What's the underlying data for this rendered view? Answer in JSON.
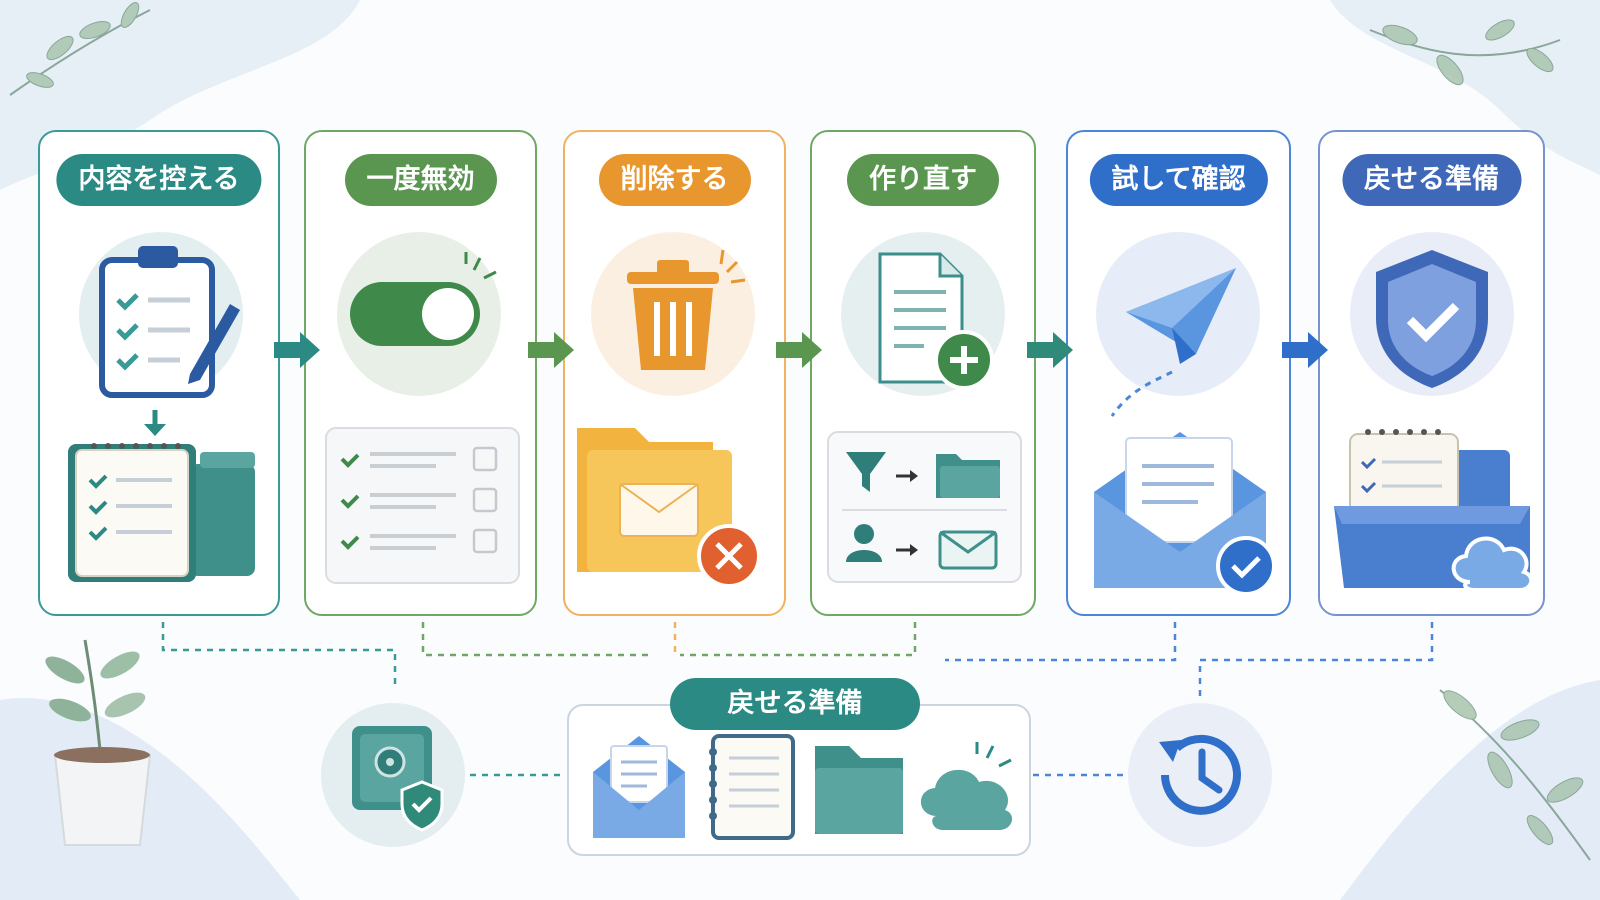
{
  "steps": [
    {
      "label": "内容を控える",
      "color": "#2c8a85",
      "border": "#3a9a95",
      "icon": "clipboard-checklist-icon",
      "sub_icon": "notebook-folder-icon"
    },
    {
      "label": "一度無効",
      "color": "#5a9650",
      "border": "#6fa864",
      "icon": "toggle-switch-icon",
      "sub_icon": "checklist-panel-icon"
    },
    {
      "label": "削除する",
      "color": "#e8962e",
      "border": "#f0b25e",
      "icon": "trash-can-icon",
      "sub_icon": "mail-folder-delete-icon"
    },
    {
      "label": "作り直す",
      "color": "#5a9650",
      "border": "#6fa864",
      "icon": "new-document-icon",
      "sub_icon": "filter-rule-panel-icon"
    },
    {
      "label": "試して確認",
      "color": "#2f6fc9",
      "border": "#4c86d8",
      "icon": "paper-plane-icon",
      "sub_icon": "mail-check-icon"
    },
    {
      "label": "戻せる準備",
      "color": "#3f68b8",
      "border": "#7894cc",
      "icon": "shield-check-icon",
      "sub_icon": "backup-box-cloud-icon"
    }
  ],
  "bottom": {
    "label": "戻せる準備",
    "left_icon": "safe-shield-icon",
    "right_icon": "history-clock-icon",
    "items": [
      "envelope-icon",
      "notebook-icon",
      "folder-icon",
      "cloud-icon"
    ]
  },
  "colors": {
    "teal": "#2c8a85",
    "green": "#5a9650",
    "orange": "#e8962e",
    "blue": "#2f6fc9",
    "navy": "#3f68b8"
  }
}
